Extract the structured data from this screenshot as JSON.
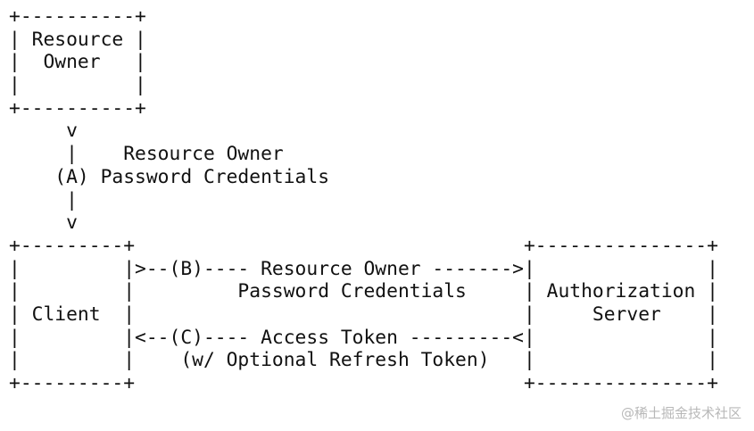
{
  "diagram": {
    "lines": [
      "+----------+",
      "| Resource |",
      "|  Owner   |",
      "|          |",
      "+----------+",
      "     v",
      "     |    Resource Owner",
      "    (A) Password Credentials",
      "     |",
      "     v",
      "+---------+                                  +---------------+",
      "|         |>--(B)---- Resource Owner ------->|               |",
      "|         |         Password Credentials     | Authorization |",
      "| Client  |                                  |     Server    |",
      "|         |<--(C)---- Access Token ---------<|               |",
      "|         |    (w/ Optional Refresh Token)   |               |",
      "+---------+                                  +---------------+"
    ]
  },
  "watermark": {
    "text": "@稀土掘金技术社区"
  }
}
